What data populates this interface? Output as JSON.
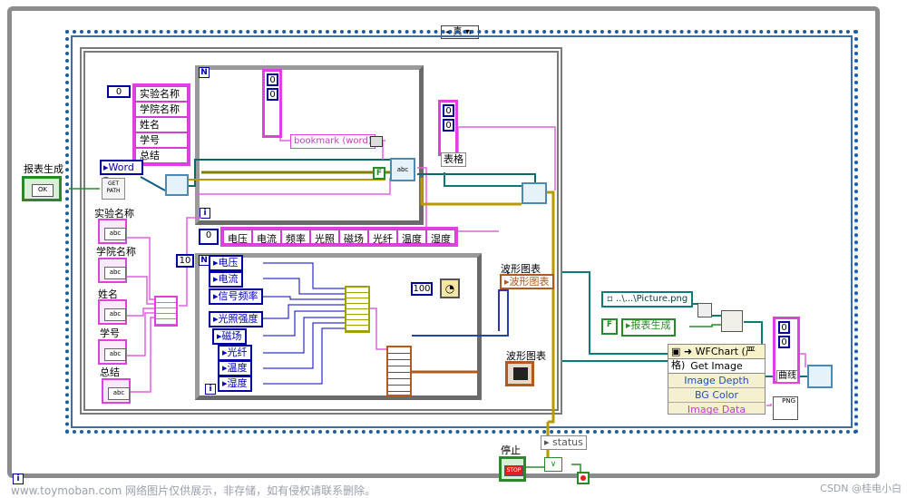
{
  "case_selector": "真",
  "word_ring": "Word",
  "get_path": "GET\nPATH",
  "n_label": "N",
  "i_label": "i",
  "bookmark_label": "bookmark (word)",
  "f_const": "F",
  "array_index0": "0",
  "header_names": [
    "实验名称",
    "学院名称",
    "姓名",
    "学号",
    "总结"
  ],
  "table_label": "表格",
  "columns_index": "0",
  "columns": [
    "电压",
    "电流",
    "频率",
    "光照",
    "磁场",
    "光纤",
    "温度",
    "湿度"
  ],
  "left_boolean_label": "报表生成",
  "ok_text": "OK",
  "string_controls": [
    "实验名称",
    "学院名称",
    "姓名",
    "学号",
    "总结"
  ],
  "abc": "abc",
  "loop_count": "10",
  "local_vars": [
    "电压",
    "电流",
    "信号频率",
    "光照强度",
    "磁场",
    "光纤",
    "温度",
    "湿度"
  ],
  "wait_ms": "100",
  "waveform_chart_label": "波形图表",
  "waveform_chart_ref": "波形图表",
  "path_const": "..\\...\\Picture.png",
  "report_ref": "报表生成",
  "invoke_title": "WFChart (严格)",
  "invoke_method": "Get Image",
  "invoke_params": [
    "Image Depth",
    "BG Color",
    "Image Data"
  ],
  "curve_label": "曲线",
  "png_label": "PNG",
  "stop_label": "停止",
  "stop_text": "STOP",
  "status_label": "status",
  "footer_left": "www.toymoban.com 网络图片仅供展示，非存储，如有侵权请联系删除。",
  "footer_right": "CSDN @桂电小白",
  "zero": "0"
}
